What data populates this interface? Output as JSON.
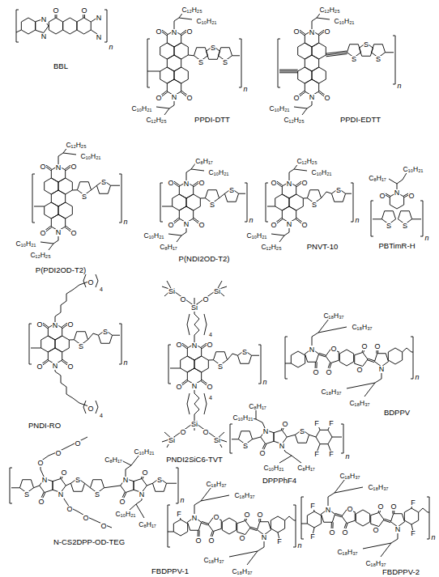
{
  "diagram": {
    "labels": [
      "N",
      "N",
      "O",
      "O",
      "N",
      "N",
      "BBL",
      "n",
      "C₁₂H₂₅",
      "C₁₀H₂₁",
      "O",
      "N",
      "O",
      "S",
      "S",
      "S",
      "O",
      "N",
      "O",
      "C₁₀H₂₁",
      "C₁₂H₂₅",
      "PPDI-DTT",
      "n",
      "C₁₂H₂₅",
      "C₁₀H₂₁",
      "O",
      "N",
      "O",
      "S",
      "S",
      "S",
      "O",
      "N",
      "O",
      "C₁₀H₂₁",
      "C₁₂H₂₅",
      "PPDI-EDTT",
      "n",
      "C₁₂H₂₅",
      "C₁₀H₂₁",
      "O",
      "N",
      "O",
      "S",
      "S",
      "O",
      "N",
      "O",
      "C₁₀H₂₁",
      "C₁₂H₂₅",
      "P(PDI2OD-T2)",
      "n",
      "C₈H₁₇",
      "C₁₀H₂₁",
      "O",
      "N",
      "O",
      "S",
      "S",
      "O",
      "N",
      "O",
      "C₁₀H₂₁",
      "C₈H₁₇",
      "P(NDI2OD-T2)",
      "n",
      "C₁₂H₂₅",
      "C₁₀H₂₁",
      "O",
      "N",
      "O",
      "S",
      "S",
      "O",
      "N",
      "O",
      "C₁₀H₂₁",
      "C₁₂H₂₅",
      "PNVT-10",
      "n",
      "C₁₀H₂₁",
      "C₈H₁₇",
      "O",
      "N",
      "O",
      "S",
      "S",
      "PBTimR-H",
      "n",
      "O",
      "4",
      "O",
      "N",
      "O",
      "S",
      "S",
      "O",
      "N",
      "O",
      "O",
      "4",
      "PNDI-RO",
      "n",
      "Si",
      "O",
      "Si",
      "O",
      "Si",
      "4",
      "O",
      "N",
      "O",
      "S",
      "S",
      "O",
      "N",
      "O",
      "4",
      "Si",
      "O",
      "Si",
      "O",
      "Si",
      "PNDI2SiC6-TVT",
      "n",
      "C₁₈H₃₇",
      "C₁₈H₃₇",
      "N",
      "O",
      "O",
      "O",
      "O",
      "O",
      "O",
      "N",
      "C₁₈H₃₇",
      "C₁₈H₃₇",
      "BDPPV",
      "n",
      "O",
      "O",
      "O",
      "C₈H₁₇",
      "C₁₀H₂₁",
      "S",
      "N",
      "O",
      "N",
      "O",
      "S",
      "S",
      "N",
      "O",
      "N",
      "O",
      "S",
      "O",
      "O",
      "O",
      "C₁₀H₂₁",
      "C₈H₁₇",
      "N-CS2DPP-OD-TEG",
      "n",
      "C₈H₁₇",
      "C₁₀H₂₁",
      "S",
      "N",
      "O",
      "N",
      "O",
      "S",
      "F",
      "F",
      "F",
      "F",
      "C₁₀H₂₁",
      "C₈H₁₇",
      "DPPPhF4",
      "n",
      "C₁₈H₃₇",
      "C₁₈H₃₇",
      "F",
      "N",
      "O",
      "O",
      "O",
      "O",
      "O",
      "O",
      "N",
      "F",
      "C₁₈H₃₇",
      "C₁₈H₃₇",
      "FBDPPV-1",
      "n",
      "C₁₈H₃₇",
      "C₁₈H₃₇",
      "F",
      "F",
      "N",
      "O",
      "O",
      "O",
      "O",
      "O",
      "O",
      "N",
      "F",
      "F",
      "C₁₈H₃₇",
      "C₁₈H₃₇",
      "FBDPPV-2",
      "n"
    ]
  }
}
